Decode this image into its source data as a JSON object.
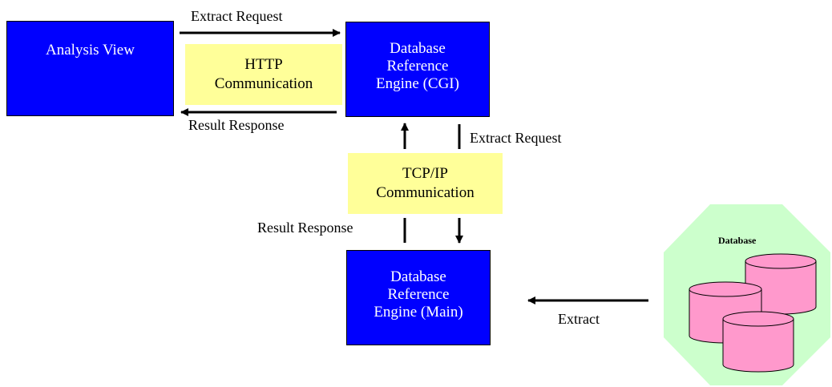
{
  "boxes": {
    "analysis_view": {
      "lines": [
        "Analysis View"
      ]
    },
    "cgi_engine": {
      "lines": [
        "Database",
        "Reference",
        "Engine (CGI)"
      ]
    },
    "main_engine": {
      "lines": [
        "Database",
        "Reference",
        "Engine (Main)"
      ]
    }
  },
  "notes": {
    "http": {
      "lines": [
        "HTTP",
        "Communication"
      ]
    },
    "tcpip": {
      "lines": [
        "TCP/IP",
        "Communication"
      ]
    }
  },
  "labels": {
    "http_request": "Extract Request",
    "http_response": "Result Response",
    "tcp_request": "Extract Request",
    "tcp_response": "Result Response",
    "extract": "Extract"
  },
  "database": {
    "title": "Database",
    "cylinder_count": 3
  },
  "colors": {
    "box_fill": "#0000ff",
    "box_text": "#ffffff",
    "note_fill": "#ffff99",
    "database_fill": "#ccffcc",
    "cylinder_fill": "#ff99cc"
  }
}
